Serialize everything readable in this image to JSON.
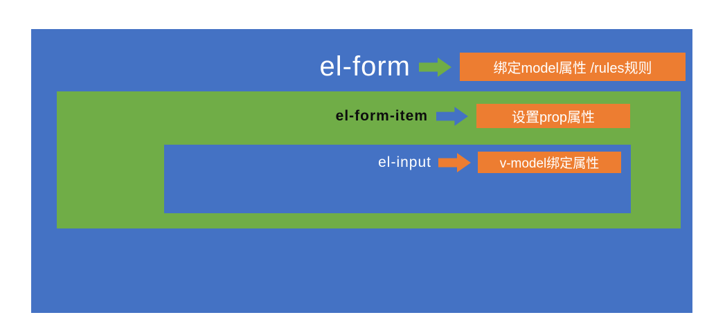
{
  "diagram": {
    "el_form": {
      "label": "el-form",
      "annotation": "绑定model属性 /rules规则"
    },
    "el_form_item": {
      "label": "el-form-item",
      "annotation": "设置prop属性"
    },
    "el_input": {
      "label": "el-input",
      "annotation": "v-model绑定属性"
    },
    "colors": {
      "blue": "#4472C4",
      "green": "#70AD47",
      "orange": "#ED7D31"
    }
  }
}
